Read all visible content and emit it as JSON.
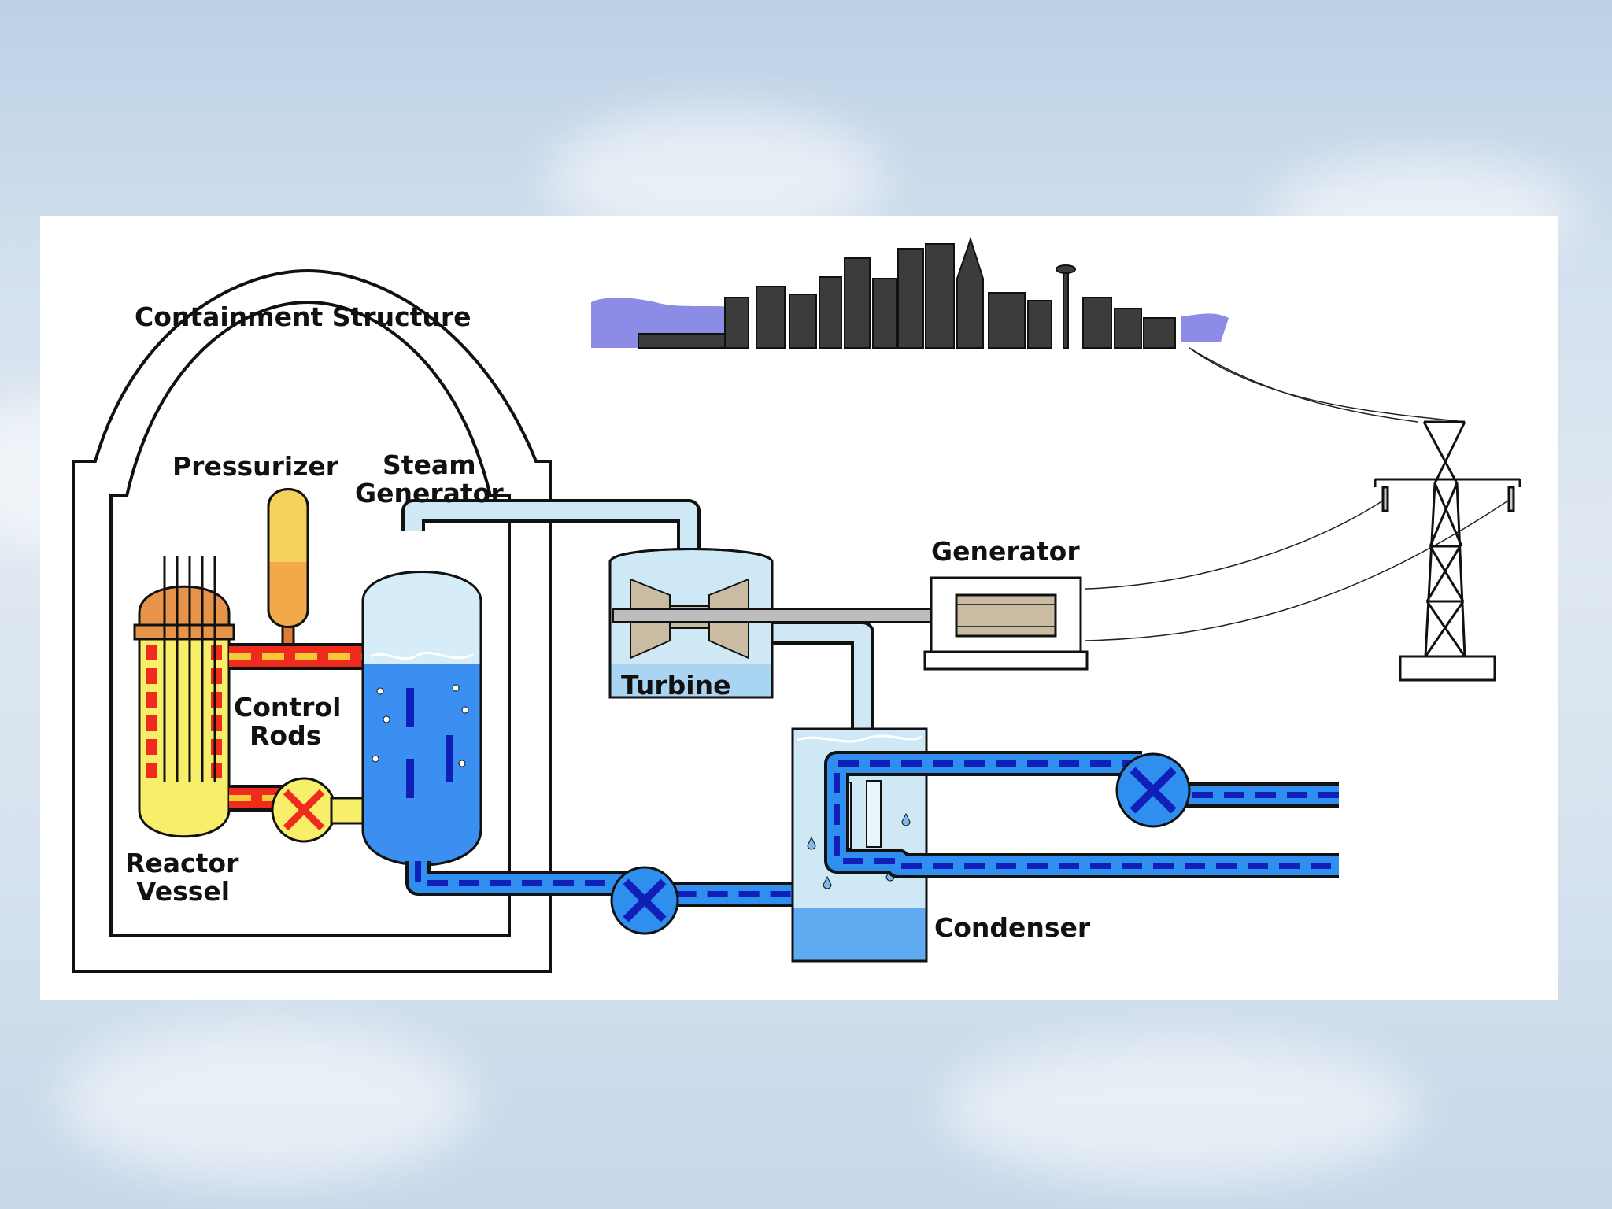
{
  "labels": {
    "containment": "Containment Structure",
    "pressurizer": "Pressurizer",
    "steam_line1": "Steam",
    "steam_line2": "Generator",
    "control_line1": "Control",
    "control_line2": "Rods",
    "reactor_line1": "Reactor",
    "reactor_line2": "Vessel",
    "turbine": "Turbine",
    "generator": "Generator",
    "condenser": "Condenser"
  },
  "colors": {
    "primary_loop": "#ee2b1c",
    "primary_dash": "#f6c93a",
    "secondary_water": "#2f8fef",
    "secondary_dash": "#0f1fb8",
    "steam": "#cfe8f6",
    "reactor_core": "#f7ee6a",
    "pressurizer": "#f2a94a",
    "city": "#3a3a3a",
    "sky_water": "#8c8ce6"
  },
  "icons": [
    "pump-icon",
    "turbine-icon",
    "generator-icon",
    "transmission-tower-icon",
    "city-skyline-icon"
  ]
}
